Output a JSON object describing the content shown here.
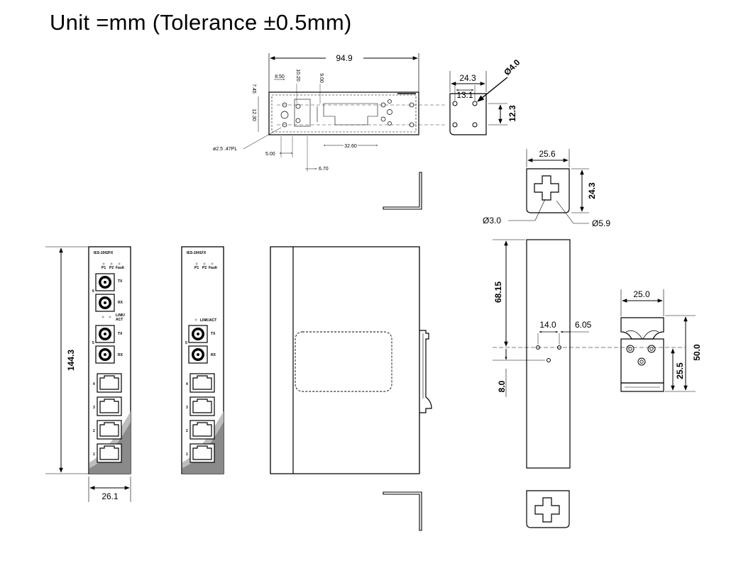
{
  "title": "Unit =mm (Tolerance ±0.5mm)",
  "top_view": {
    "length": "94.9",
    "d_8_50": "8.50",
    "d_10_20": "10.20",
    "d_9_00": "9.00",
    "d_7_45": "7.45",
    "d_12_30": "12.30",
    "hole_note": "ø2.5 .47PL",
    "d_5_00": "5.00",
    "d_32_60": "32.60",
    "d_6_70": "6.70"
  },
  "bracket_end": {
    "width": "24.3",
    "inner": "13.1",
    "hole": "Ø4.0",
    "height": "12.3"
  },
  "keyhole": {
    "width": "25.6",
    "height": "24.3",
    "small_dia": "Ø3.0",
    "large_dia": "Ø5.9"
  },
  "front_view": {
    "height": "144.3",
    "width": "26.1"
  },
  "model_a": {
    "model": "IES-1042FX",
    "leds": [
      "P1",
      "P2",
      "Fault"
    ],
    "port6": "6",
    "link_label": "LINK/\nACT",
    "port5": "5",
    "tx": "TX",
    "rx": "RX",
    "rj_ports": [
      "4",
      "3",
      "2",
      "1"
    ]
  },
  "model_b": {
    "model": "IES-1041FX",
    "leds": [
      "P1",
      "P2",
      "Fault"
    ],
    "link_label": "LINK/ACT",
    "port5": "5",
    "tx": "TX",
    "rx": "RX",
    "rj_ports": [
      "4",
      "3",
      "2",
      "1"
    ]
  },
  "rear_view": {
    "d_68_15": "68.15",
    "d_8_0": "8.0",
    "d_14_0": "14.0",
    "d_6_05": "6.05"
  },
  "din_clip": {
    "width": "25.0",
    "height": "50.0",
    "lower": "25.5"
  }
}
